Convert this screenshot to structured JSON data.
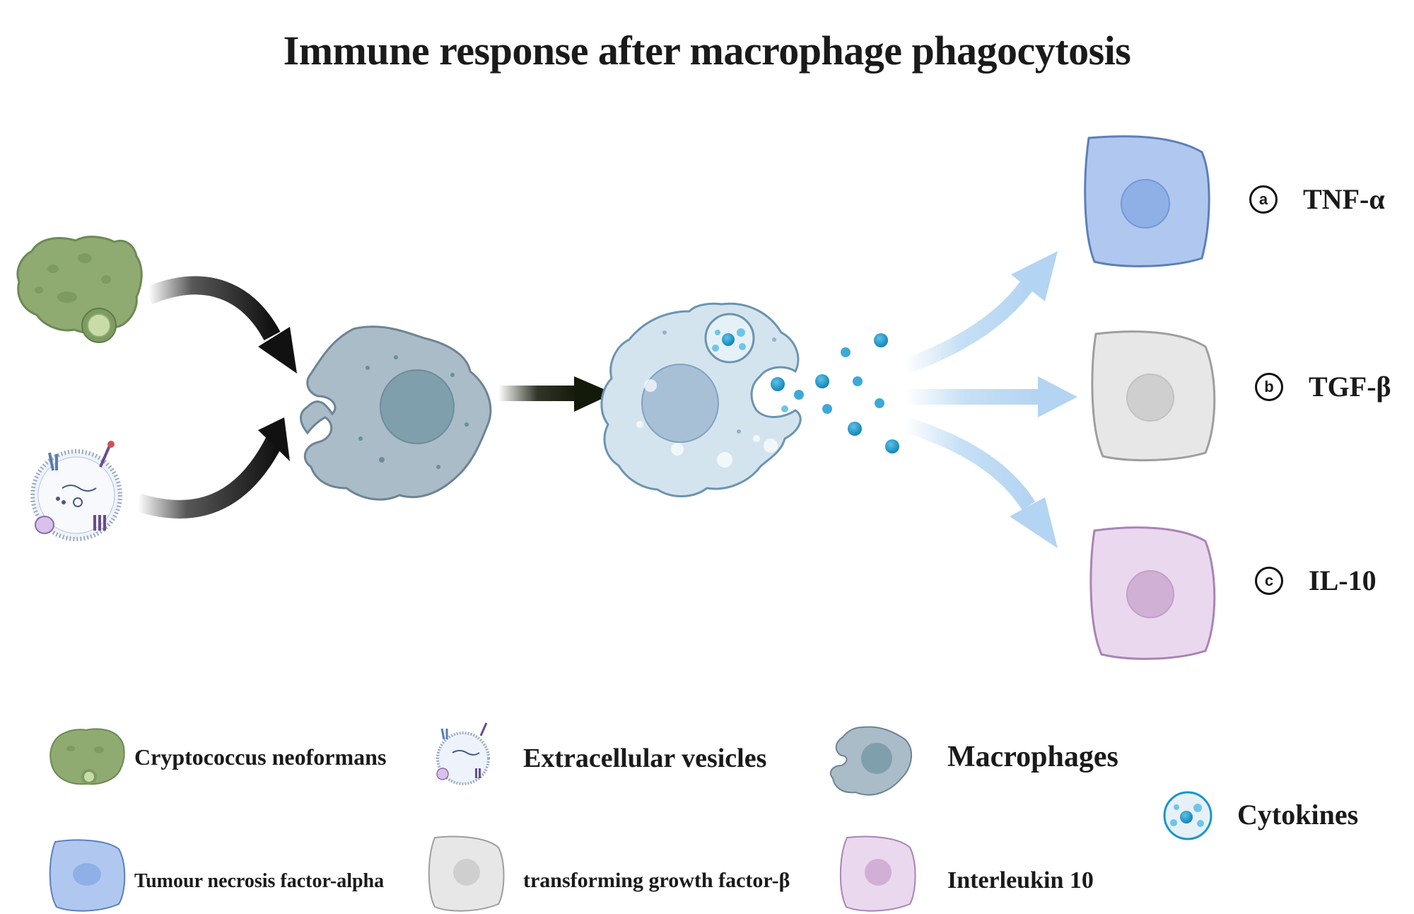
{
  "title": "Immune response after macrophage phagocytosis",
  "outputs": [
    {
      "badge": "a",
      "label": "TNF-α",
      "color": "#b0c8ef"
    },
    {
      "badge": "b",
      "label": "TGF-β",
      "color": "#e7e7e7"
    },
    {
      "badge": "c",
      "label": "IL-10",
      "color": "#ead8ef"
    }
  ],
  "legend": {
    "cryptococcus": "Cryptococcus neoformans",
    "vesicles": "Extracellular vesicles",
    "macrophages": "Macrophages",
    "cytokines": "Cytokines",
    "tnf": "Tumour necrosis factor-alpha",
    "tgf": "transforming growth factor-β",
    "il10": "Interleukin 10"
  },
  "colors": {
    "fungus": "#8fab72",
    "macrophage": "#a9bcc8",
    "activated_macrophage": "#d4e4ee",
    "cytokine": "#1a96c8",
    "arrow_light": "#b8d8f3",
    "arrow_dark": "#141414"
  }
}
